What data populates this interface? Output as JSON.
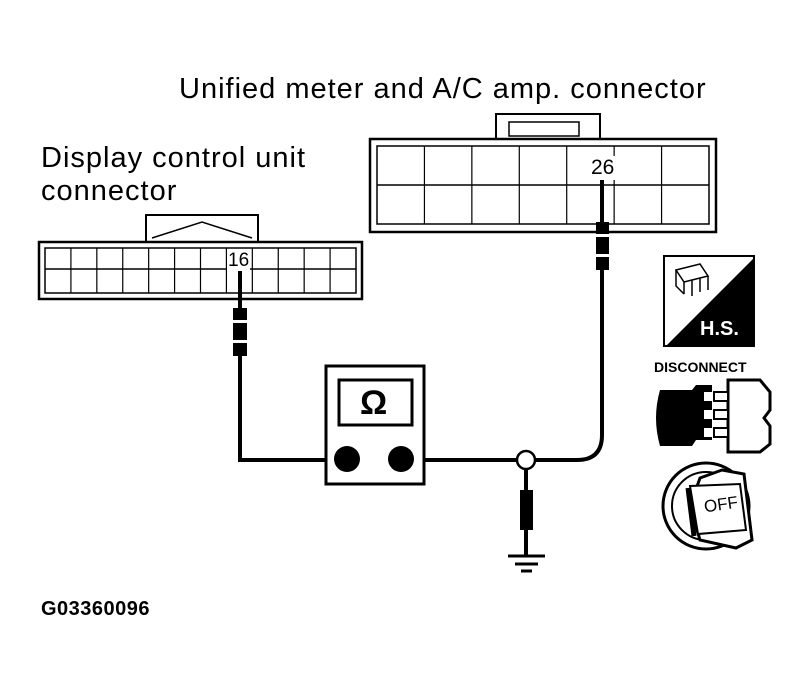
{
  "labels": {
    "unified_connector": "Unified meter and A/C amp. connector",
    "display_connector_line1": "Display control unit",
    "display_connector_line2": "connector",
    "pin_display": "16",
    "pin_unified": "26",
    "meter_symbol": "Ω",
    "hs_badge": "H.S.",
    "disconnect": "DISCONNECT",
    "key_off": "OFF",
    "figure_code": "G03360096"
  },
  "icons": {
    "ohmmeter": "ohmmeter-icon",
    "ground": "ground-icon",
    "harness_badge": "hs-harness-icon",
    "disconnect": "disconnect-connector-icon",
    "ignition": "ignition-key-off-icon"
  },
  "colors": {
    "ink": "#000000",
    "paper": "#ffffff"
  }
}
